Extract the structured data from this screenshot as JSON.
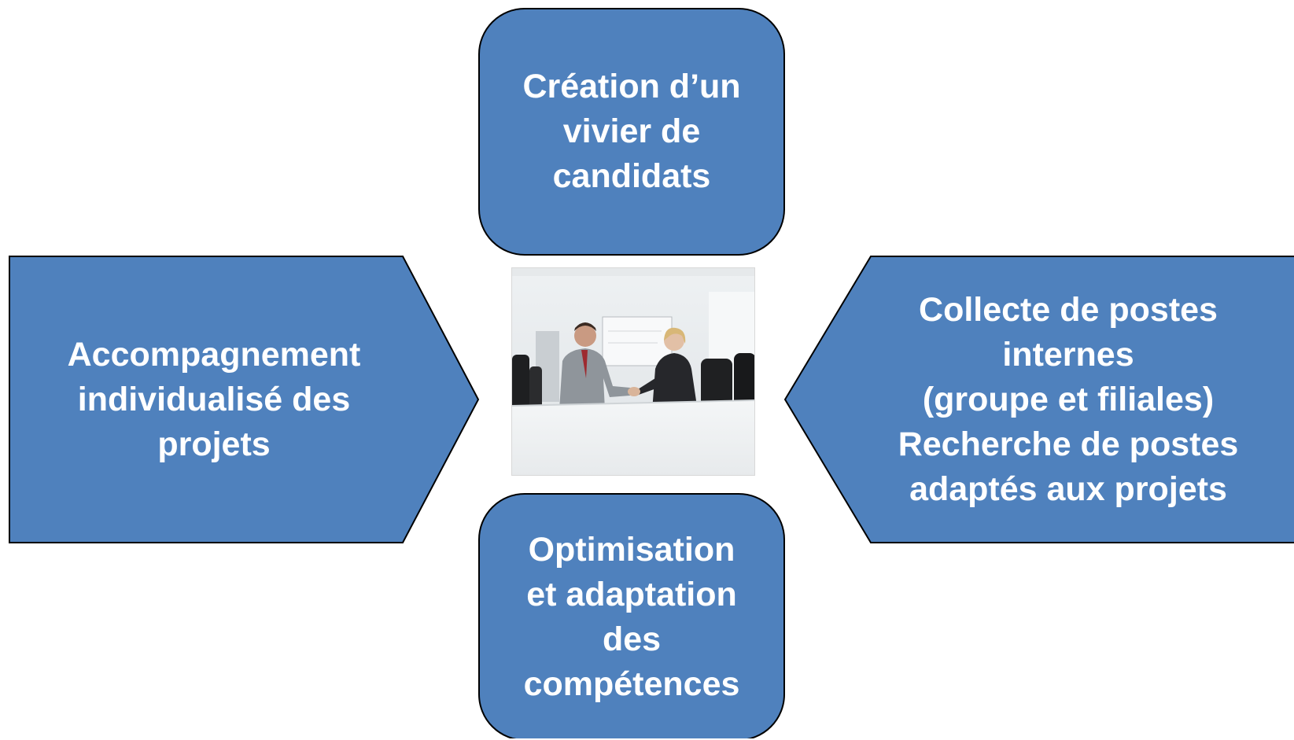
{
  "colors": {
    "box_fill": "#4f81bd",
    "box_stroke": "#000000",
    "text": "#ffffff"
  },
  "top_box": {
    "lines": [
      "Création d’un",
      "vivier de",
      "candidats"
    ]
  },
  "left_arrow": {
    "lines": [
      "Accompagnement",
      "individualisé des",
      "projets"
    ]
  },
  "right_arrow": {
    "lines": [
      "Collecte de postes",
      "internes",
      "(groupe et filiales)",
      "Recherche de postes",
      "adaptés aux projets"
    ]
  },
  "bottom_box": {
    "lines": [
      "Optimisation",
      "et adaptation",
      "des",
      "compétences"
    ]
  },
  "center_photo": {
    "subject": "business-handshake-photo"
  }
}
